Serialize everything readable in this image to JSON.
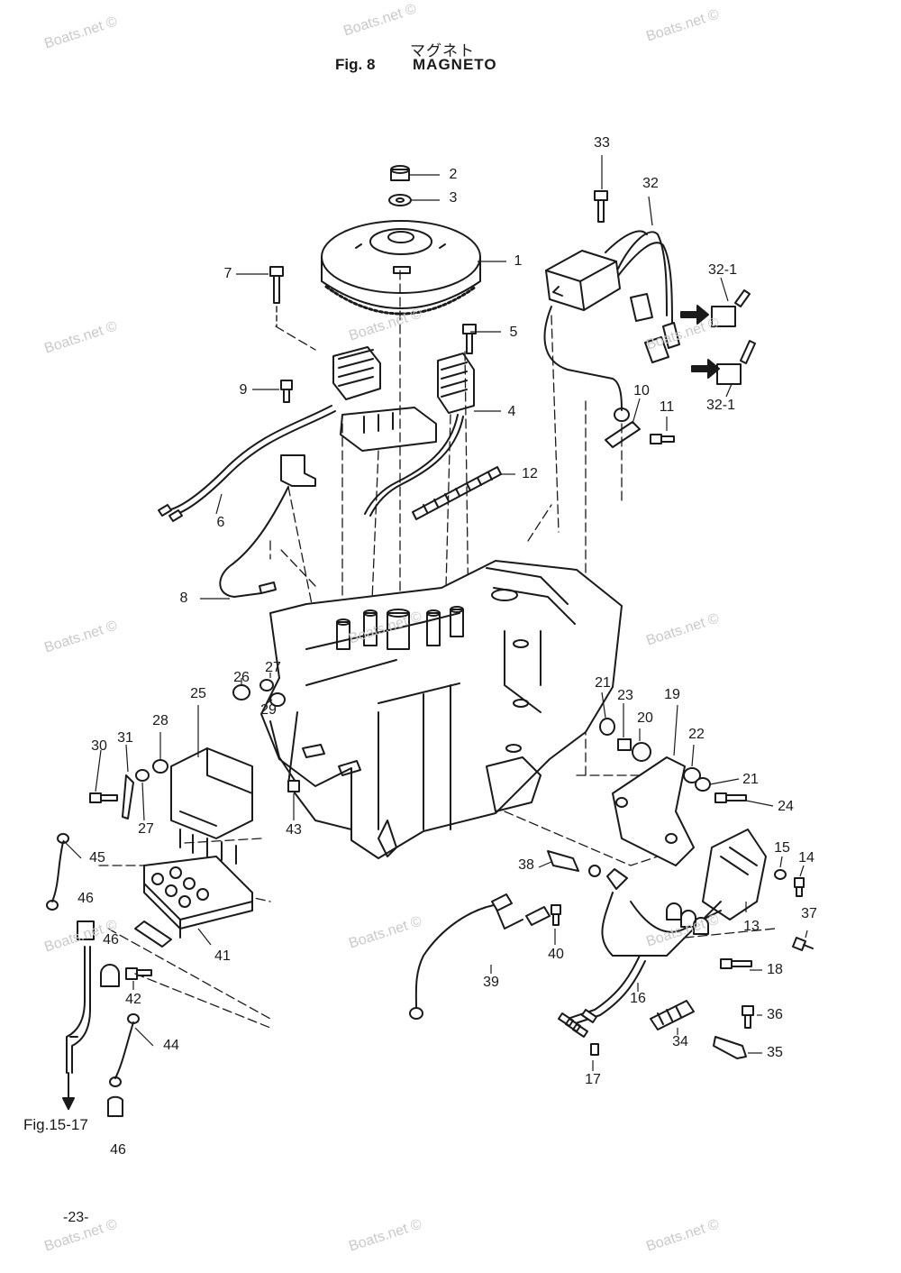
{
  "title": {
    "japanese": "マグネト",
    "fig": "Fig. 8",
    "name": "MAGNETO"
  },
  "page_number": "-23-",
  "figure_reference": "Fig.15-17",
  "watermark": "Boats.net ©",
  "callouts": [
    "1",
    "2",
    "3",
    "4",
    "5",
    "6",
    "7",
    "8",
    "9",
    "10",
    "11",
    "12",
    "13",
    "14",
    "15",
    "16",
    "17",
    "18",
    "19",
    "20",
    "21",
    "21",
    "22",
    "23",
    "24",
    "25",
    "26",
    "27",
    "27",
    "28",
    "29",
    "30",
    "31",
    "32",
    "32-1",
    "32-1",
    "33",
    "34",
    "35",
    "36",
    "37",
    "38",
    "39",
    "40",
    "41",
    "42",
    "43",
    "44",
    "45",
    "46",
    "46",
    "46"
  ]
}
